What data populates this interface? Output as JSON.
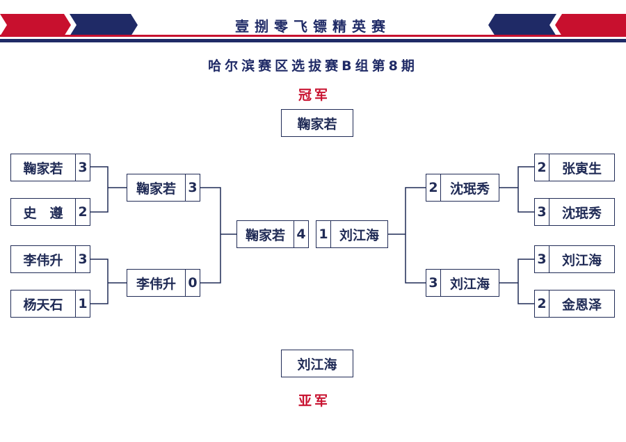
{
  "banner": {
    "title": "壹捌零飞镖精英赛"
  },
  "subtitle": "哈尔滨赛区选拔赛B组第8期",
  "champion": {
    "label": "冠军",
    "name": "鞠家若"
  },
  "runner_up": {
    "label": "亚军",
    "name": "刘江海"
  },
  "left": {
    "round1": [
      {
        "name": "鞠家若",
        "score": "3"
      },
      {
        "name": "史　遵",
        "score": "2"
      },
      {
        "name": "李伟升",
        "score": "3"
      },
      {
        "name": "杨天石",
        "score": "1"
      }
    ],
    "semi": [
      {
        "name": "鞠家若",
        "score": "3"
      },
      {
        "name": "李伟升",
        "score": "0"
      }
    ],
    "final": {
      "name": "鞠家若",
      "score": "4"
    }
  },
  "right": {
    "round1": [
      {
        "name": "张寅生",
        "score": "2"
      },
      {
        "name": "沈珉秀",
        "score": "3"
      },
      {
        "name": "刘江海",
        "score": "3"
      },
      {
        "name": "金恩泽",
        "score": "2"
      }
    ],
    "semi": [
      {
        "name": "沈珉秀",
        "score": "2"
      },
      {
        "name": "刘江海",
        "score": "3"
      }
    ],
    "final": {
      "name": "刘江海",
      "score": "1"
    }
  },
  "colors": {
    "navy": "#1f2a66",
    "red": "#c8102e",
    "box_border": "#1f2a55"
  }
}
